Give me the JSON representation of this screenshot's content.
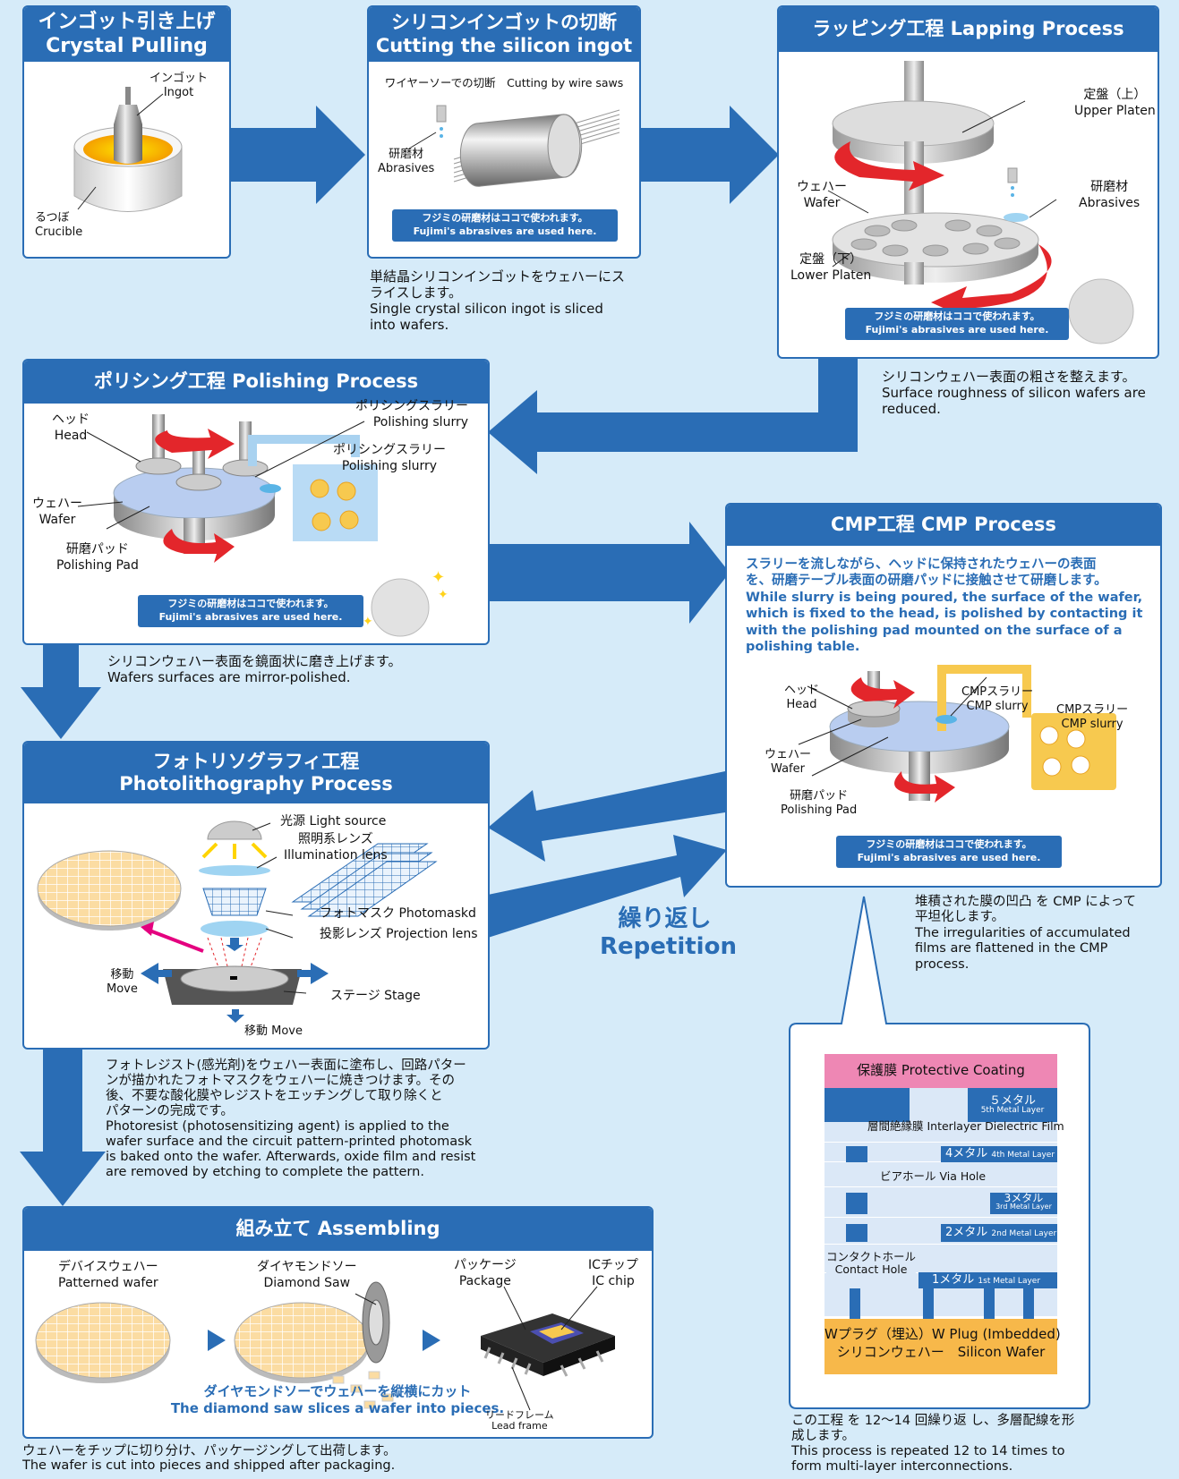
{
  "colors": {
    "bg": "#d6ebf9",
    "blue": "#2a6db5",
    "red": "#e3262b",
    "yellow": "#f7c94f",
    "pink": "#ee87b4"
  },
  "crystal": {
    "title_ja": "インゴット引き上げ",
    "title_en": "Crystal Pulling",
    "ingot_ja": "インゴット",
    "ingot_en": "Ingot",
    "crucible_ja": "るつぼ",
    "crucible_en": "Crucible"
  },
  "cutting": {
    "title_ja": "シリコンインゴットの切断",
    "title_en": "Cutting the silicon ingot",
    "wire": "ワイヤーソーでの切断　Cutting by wire saws",
    "abr_ja": "研磨材",
    "abr_en": "Abrasives",
    "badge_ja": "フジミの研磨材はココで使われます。",
    "badge_en": "Fujimi's abrasives are used here.",
    "desc_ja1": "単結晶シリコンインゴットをウェハーにス",
    "desc_ja2": "ライスします。",
    "desc_en1": "Single crystal silicon ingot is sliced",
    "desc_en2": "into wafers."
  },
  "lapping": {
    "title": "ラッピング工程  Lapping Process",
    "upper_ja": "定盤（上）",
    "upper_en": "Upper Platen",
    "wafer_ja": "ウェハー",
    "wafer_en": "Wafer",
    "abr_ja": "研磨材",
    "abr_en": "Abrasives",
    "lower_ja": "定盤（下）",
    "lower_en": "Lower Platen",
    "badge_ja": "フジミの研磨材はココで使われます。",
    "badge_en": "Fujimi's abrasives are used here.",
    "desc_ja": "シリコンウェハー表面の粗さを整えます。",
    "desc_en1": "Surface roughness of silicon wafers are",
    "desc_en2": "reduced."
  },
  "polishing": {
    "title": "ポリシング工程  Polishing Process",
    "head_ja": "ヘッド",
    "head_en": "Head",
    "slurry1_ja": "ポリシングスラリー",
    "slurry1_en": "Polishing slurry",
    "slurry2_ja": "ポリシングスラリー",
    "slurry2_en": "Polishing slurry",
    "wafer_ja": "ウェハー",
    "wafer_en": "Wafer",
    "pad_ja": "研磨パッド",
    "pad_en": "Polishing Pad",
    "badge_ja": "フジミの研磨材はココで使われます。",
    "badge_en": "Fujimi's abrasives are used here.",
    "desc_ja": "シリコンウェハー表面を鏡面状に磨き上げます。",
    "desc_en": "Wafers surfaces are mirror-polished."
  },
  "cmp": {
    "title": "CMP工程  CMP Process",
    "text_ja1": "スラリーを流しながら、ヘッドに保持されたウェハーの表面",
    "text_ja2": "を、研磨テーブル表面の研磨パッドに接触させて研磨します。",
    "text_en1": "While slurry is being poured, the surface of the wafer,",
    "text_en2": "which is fixed to the head, is polished by contacting it",
    "text_en3": "with the polishing pad mounted on the surface of a",
    "text_en4": "polishing table.",
    "head_ja": "ヘッド",
    "head_en": "Head",
    "slurry1_ja": "CMPスラリー",
    "slurry1_en": "CMP slurry",
    "slurry2_ja": "CMPスラリー",
    "slurry2_en": "CMP slurry",
    "wafer_ja": "ウェハー",
    "wafer_en": "Wafer",
    "pad_ja": "研磨パッド",
    "pad_en": "Polishing Pad",
    "badge_ja": "フジミの研磨材はココで使われます。",
    "badge_en": "Fujimi's abrasives are used here.",
    "desc_ja1": "堆積された膜の凹凸 を CMP によって",
    "desc_ja2": "平坦化します。",
    "desc_en1": "The irregularities of accumulated",
    "desc_en2": "films are  flattened in the CMP",
    "desc_en3": "process."
  },
  "photo": {
    "title_ja": "フォトリソグラフィ工程",
    "title_en": "Photolithography Process",
    "light": "光源 Light source",
    "illum_ja": "照明系レンズ",
    "illum_en": "Illumination lens",
    "mask": "フォトマスク Photomaskd",
    "proj": "投影レンズ  Projection lens",
    "stage": "ステージ Stage",
    "move1_ja": "移動",
    "move1_en": "Move",
    "move2": "移動  Move",
    "desc_ja1": "フォトレジスト(感光剤)をウェハー表面に塗布し、回路パター",
    "desc_ja2": "ンが描かれたフォトマスクをウェハーに焼きつけます。その",
    "desc_ja3": "後、不要な酸化膜やレジストをエッチングして取り除くと",
    "desc_ja4": "パターンの完成です。",
    "desc_en1": "Photoresist (photosensitizing agent) is applied to the",
    "desc_en2": "wafer surface and the circuit pattern-printed photomask",
    "desc_en3": "is baked onto the wafer. Afterwards, oxide film and resist",
    "desc_en4": "are removed by etching to complete the pattern."
  },
  "repetition": {
    "ja": "繰り返し",
    "en": "Repetition"
  },
  "layers": {
    "protective": "保護膜 Protective Coating",
    "m5_ja": "５メタル",
    "m5_en": "5th Metal Layer",
    "ild": "層間絶縁膜  Interlayer Dielectric Film",
    "m4_ja": "4メタル",
    "m4_en": "4th Metal Layer",
    "via": "ビアホール  Via Hole",
    "m3_ja": "3メタル",
    "m3_en": "3rd Metal Layer",
    "m2_ja": "2メタル",
    "m2_en": "2nd Metal Layer",
    "contact_ja": "コンタクトホール",
    "contact_en": "Contact Hole",
    "m1_ja": "1メタル",
    "m1_en": "1st Metal Layer",
    "wplug": "Wプラグ（埋込）W Plug (Imbedded)",
    "silicon": "シリコンウェハー　Silicon Wafer",
    "desc_ja1": "この工程 を 12〜14 回繰り返 し、多層配線を形",
    "desc_ja2": "成します。",
    "desc_en1": "This process is repeated 12 to 14 times to",
    "desc_en2": "form multi-layer interconnections."
  },
  "assembling": {
    "title": "組み立て  Assembling",
    "patterned_ja": "デバイスウェハー",
    "patterned_en": "Patterned wafer",
    "saw_ja": "ダイヤモンドソー",
    "saw_en": "Diamond Saw",
    "package_ja": "パッケージ",
    "package_en": "Package",
    "chip_ja": "ICチップ",
    "chip_en": "IC chip",
    "lead_ja": "リードフレーム",
    "lead_en": "Lead frame",
    "caption_ja": "ダイヤモンドソーでウェハーを縦横にカット",
    "caption_en": "The diamond saw slices a wafer into pieces.",
    "desc_ja": "ウェハーをチップに切り分け、パッケージングして出荷します。",
    "desc_en": "The wafer is cut into pieces and shipped after packaging."
  }
}
